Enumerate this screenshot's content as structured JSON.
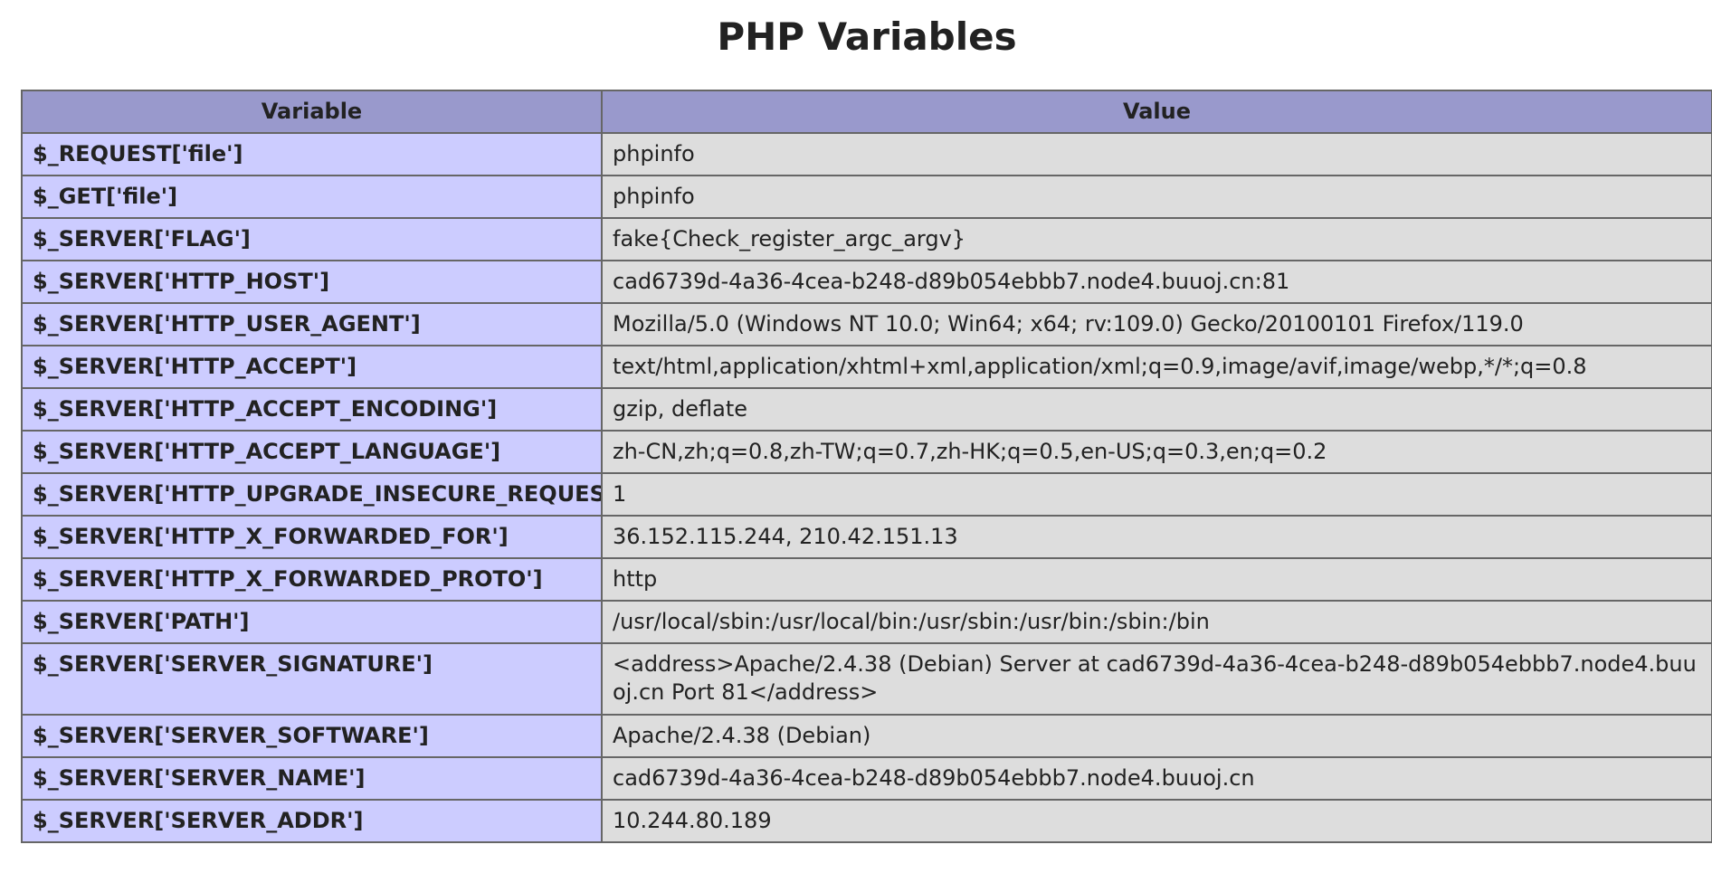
{
  "page": {
    "title": "PHP Variables"
  },
  "table": {
    "headers": {
      "variable": "Variable",
      "value": "Value"
    },
    "rows": [
      {
        "variable": "$_REQUEST['file']",
        "value": "phpinfo"
      },
      {
        "variable": "$_GET['file']",
        "value": "phpinfo"
      },
      {
        "variable": "$_SERVER['FLAG']",
        "value": "fake{Check_register_argc_argv}"
      },
      {
        "variable": "$_SERVER['HTTP_HOST']",
        "value": "cad6739d-4a36-4cea-b248-d89b054ebbb7.node4.buuoj.cn:81"
      },
      {
        "variable": "$_SERVER['HTTP_USER_AGENT']",
        "value": "Mozilla/5.0 (Windows NT 10.0; Win64; x64; rv:109.0) Gecko/20100101 Firefox/119.0"
      },
      {
        "variable": "$_SERVER['HTTP_ACCEPT']",
        "value": "text/html,application/xhtml+xml,application/xml;q=0.9,image/avif,image/webp,*/*;q=0.8"
      },
      {
        "variable": "$_SERVER['HTTP_ACCEPT_ENCODING']",
        "value": "gzip, deflate"
      },
      {
        "variable": "$_SERVER['HTTP_ACCEPT_LANGUAGE']",
        "value": "zh-CN,zh;q=0.8,zh-TW;q=0.7,zh-HK;q=0.5,en-US;q=0.3,en;q=0.2"
      },
      {
        "variable": "$_SERVER['HTTP_UPGRADE_INSECURE_REQUESTS']",
        "value": "1"
      },
      {
        "variable": "$_SERVER['HTTP_X_FORWARDED_FOR']",
        "value": "36.152.115.244, 210.42.151.13"
      },
      {
        "variable": "$_SERVER['HTTP_X_FORWARDED_PROTO']",
        "value": "http"
      },
      {
        "variable": "$_SERVER['PATH']",
        "value": "/usr/local/sbin:/usr/local/bin:/usr/sbin:/usr/bin:/sbin:/bin"
      },
      {
        "variable": "$_SERVER['SERVER_SIGNATURE']",
        "value": "<address>Apache/2.4.38 (Debian) Server at cad6739d-4a36-4cea-b248-d89b054ebbb7.node4.buuoj.cn Port 81</address>"
      },
      {
        "variable": "$_SERVER['SERVER_SOFTWARE']",
        "value": "Apache/2.4.38 (Debian)"
      },
      {
        "variable": "$_SERVER['SERVER_NAME']",
        "value": "cad6739d-4a36-4cea-b248-d89b054ebbb7.node4.buuoj.cn"
      },
      {
        "variable": "$_SERVER['SERVER_ADDR']",
        "value": "10.244.80.189"
      }
    ]
  },
  "colors": {
    "header_bg": "#9999cc",
    "variable_bg": "#ccccff",
    "value_bg": "#dddddd",
    "border": "#666666",
    "text": "#222222"
  }
}
